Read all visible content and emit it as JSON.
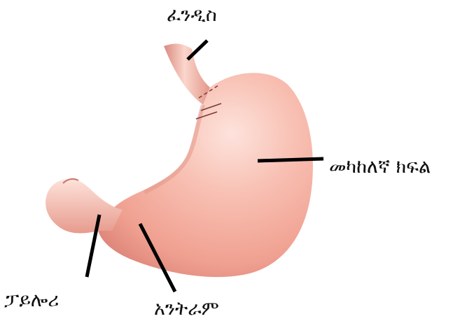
{
  "labels": {
    "fundus": "ፈንዲስ",
    "body": "መካከለኛ ክፍል",
    "pylorus": "ፓይሎሪ",
    "antrum": "አንትራም"
  },
  "colors": {
    "stomach_fill": "#f2a796",
    "stomach_highlight": "#fde3dc",
    "stomach_shadow": "#d77d72",
    "leader_line": "#000000"
  }
}
